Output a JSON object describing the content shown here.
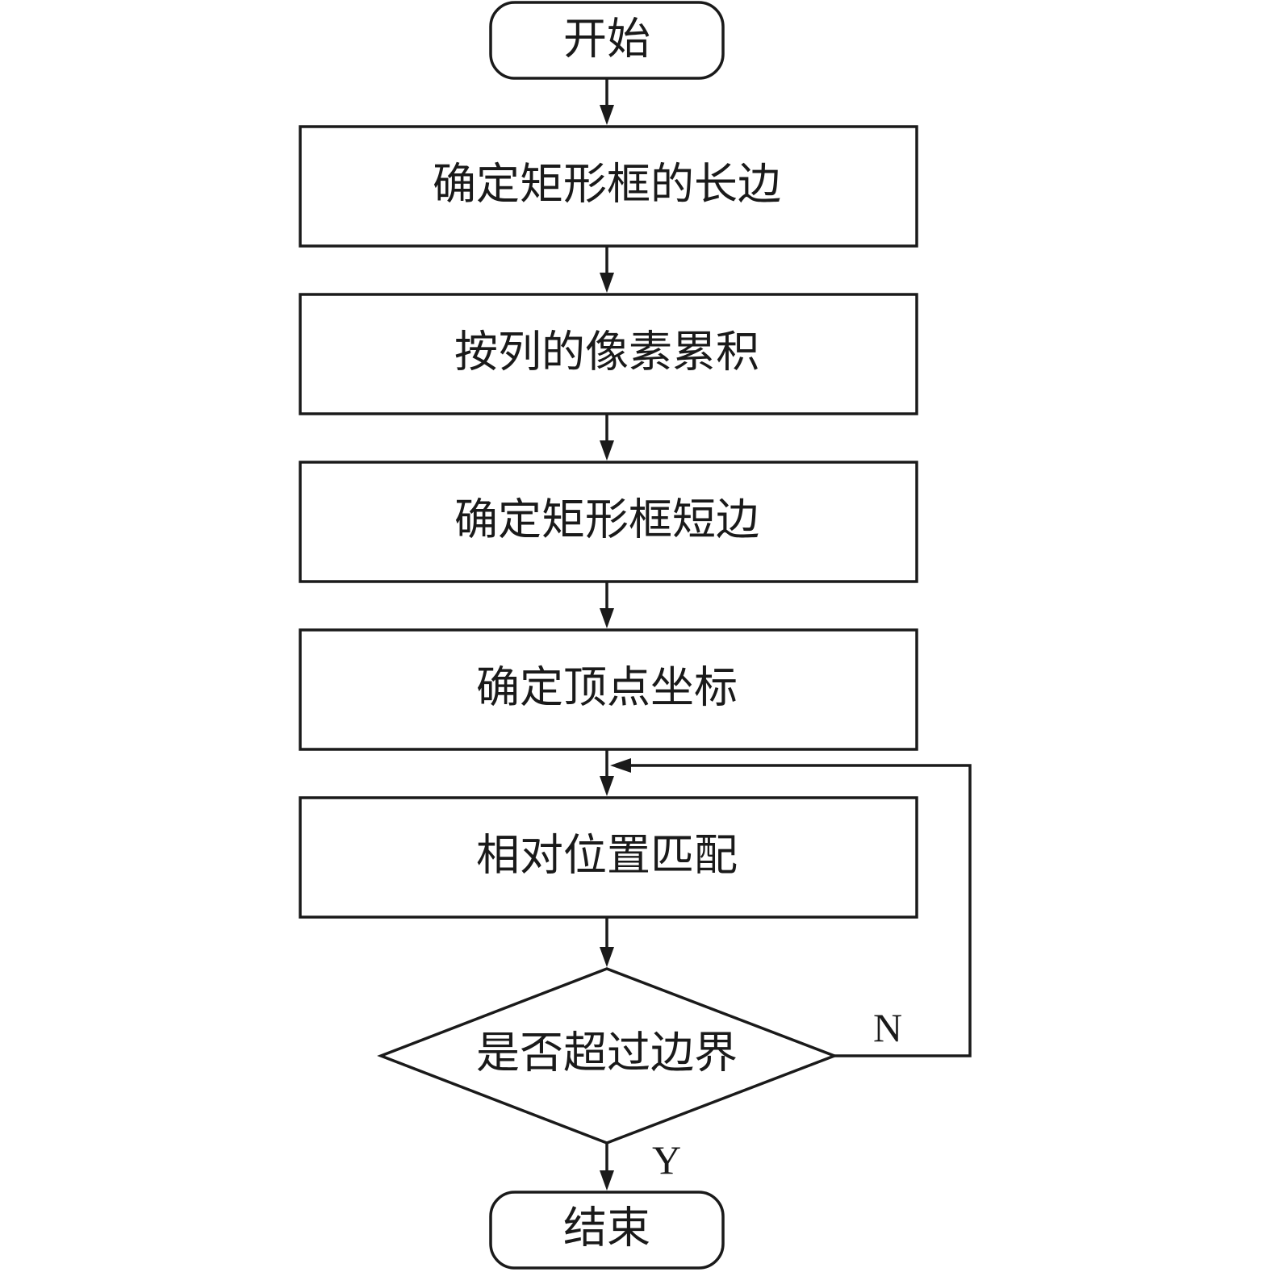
{
  "diagram": {
    "start": {
      "label": "开始"
    },
    "steps": [
      {
        "label": "确定矩形框的长边"
      },
      {
        "label": "按列的像素累积"
      },
      {
        "label": "确定矩形框短边"
      },
      {
        "label": "确定顶点坐标"
      },
      {
        "label": "相对位置匹配"
      }
    ],
    "decision": {
      "label": "是否超过边界",
      "no_label": "N",
      "yes_label": "Y"
    },
    "end": {
      "label": "结束"
    }
  }
}
